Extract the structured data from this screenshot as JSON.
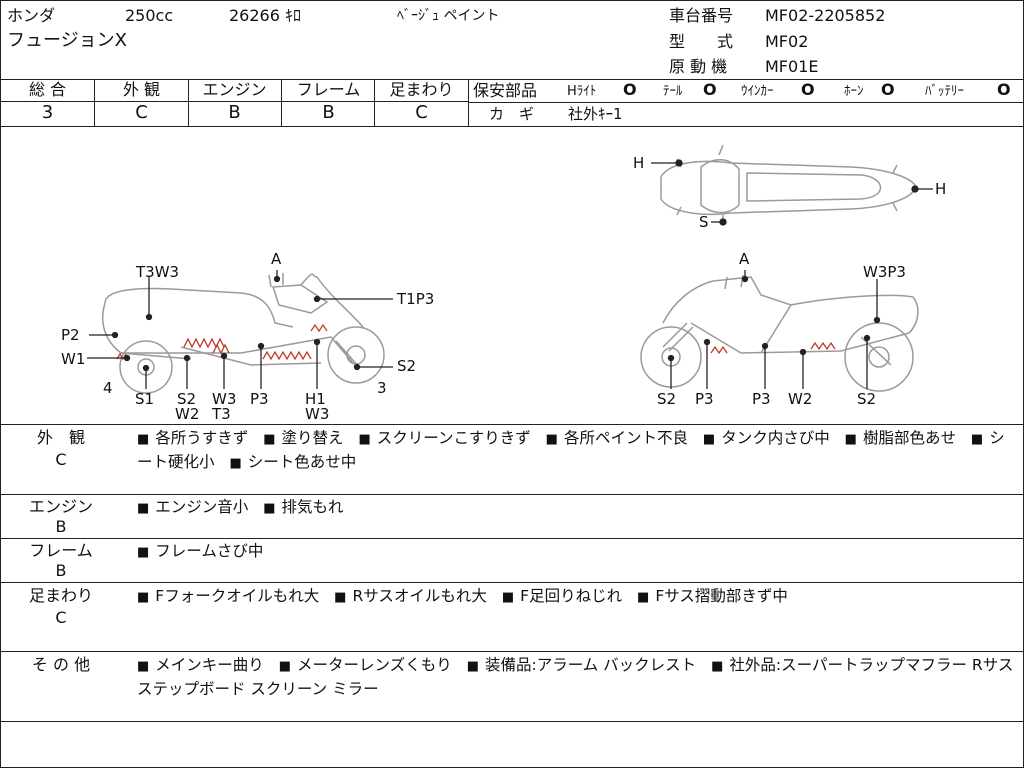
{
  "header": {
    "maker": "ホンダ",
    "displacement": "250cc",
    "mileage": "26266 ｷﾛ",
    "color": "ﾍﾞｰｼﾞｭ ペイント",
    "model_name": "フュージョンX",
    "frame_no_label": "車台番号",
    "frame_no": "MF02-2205852",
    "type_label": "型　　式",
    "type_value": "MF02",
    "engine_label": "原 動 機",
    "engine_value": "MF01E"
  },
  "grades": [
    {
      "label": "総 合",
      "value": "3"
    },
    {
      "label": "外 観",
      "value": "C"
    },
    {
      "label": "エンジン",
      "value": "B"
    },
    {
      "label": "フレーム",
      "value": "B"
    },
    {
      "label": "足まわり",
      "value": "C"
    }
  ],
  "safety": {
    "label": "保安部品",
    "items": [
      {
        "name": "Hﾗｲﾄ",
        "mark": "O"
      },
      {
        "name": "ﾃｰﾙ",
        "mark": "O"
      },
      {
        "name": "ｳｲﾝｶｰ",
        "mark": "O"
      },
      {
        "name": "ﾎｰﾝ",
        "mark": "O"
      },
      {
        "name": "ﾊﾞｯﾃﾘｰ",
        "mark": "O"
      }
    ],
    "key_label": "カ　ギ",
    "key_value": "社外ｷｰ1"
  },
  "diagram": {
    "top_labels": [
      "H",
      "H",
      "S"
    ],
    "left_labels": [
      "T3W3",
      "A",
      "T1P3",
      "P2",
      "W1",
      "S2",
      "4",
      "3",
      "S1",
      "S2",
      "W2",
      "W3",
      "T3",
      "P3",
      "H1",
      "W3"
    ],
    "right_labels": [
      "A",
      "W3P3",
      "S2",
      "P3",
      "P3",
      "W2",
      "S2"
    ]
  },
  "sections": [
    {
      "name": "外　観",
      "grade": "C",
      "items": [
        "各所うすきず",
        "塗り替え",
        "スクリーンこすりきず",
        "各所ペイント不良",
        "タンク内さび中",
        "樹脂部色あせ",
        "シート硬化小",
        "シート色あせ中"
      ]
    },
    {
      "name": "エンジン",
      "grade": "B",
      "items": [
        "エンジン音小",
        "排気もれ"
      ]
    },
    {
      "name": "フレーム",
      "grade": "B",
      "items": [
        "フレームさび中"
      ]
    },
    {
      "name": "足まわり",
      "grade": "C",
      "items": [
        "Fフォークオイルもれ大",
        "Rサスオイルもれ大",
        "F足回りねじれ",
        "Fサス摺動部きず中"
      ]
    },
    {
      "name": "そ の 他",
      "grade": "",
      "items": [
        "メインキー曲り",
        "メーターレンズくもり",
        "装備品:アラーム バックレスト",
        "社外品:スーパートラップマフラー Rサス ステップボード スクリーン ミラー"
      ]
    }
  ],
  "colors": {
    "line": "#222222",
    "damage": "#c0392b",
    "sketch": "#9a9a9a"
  }
}
